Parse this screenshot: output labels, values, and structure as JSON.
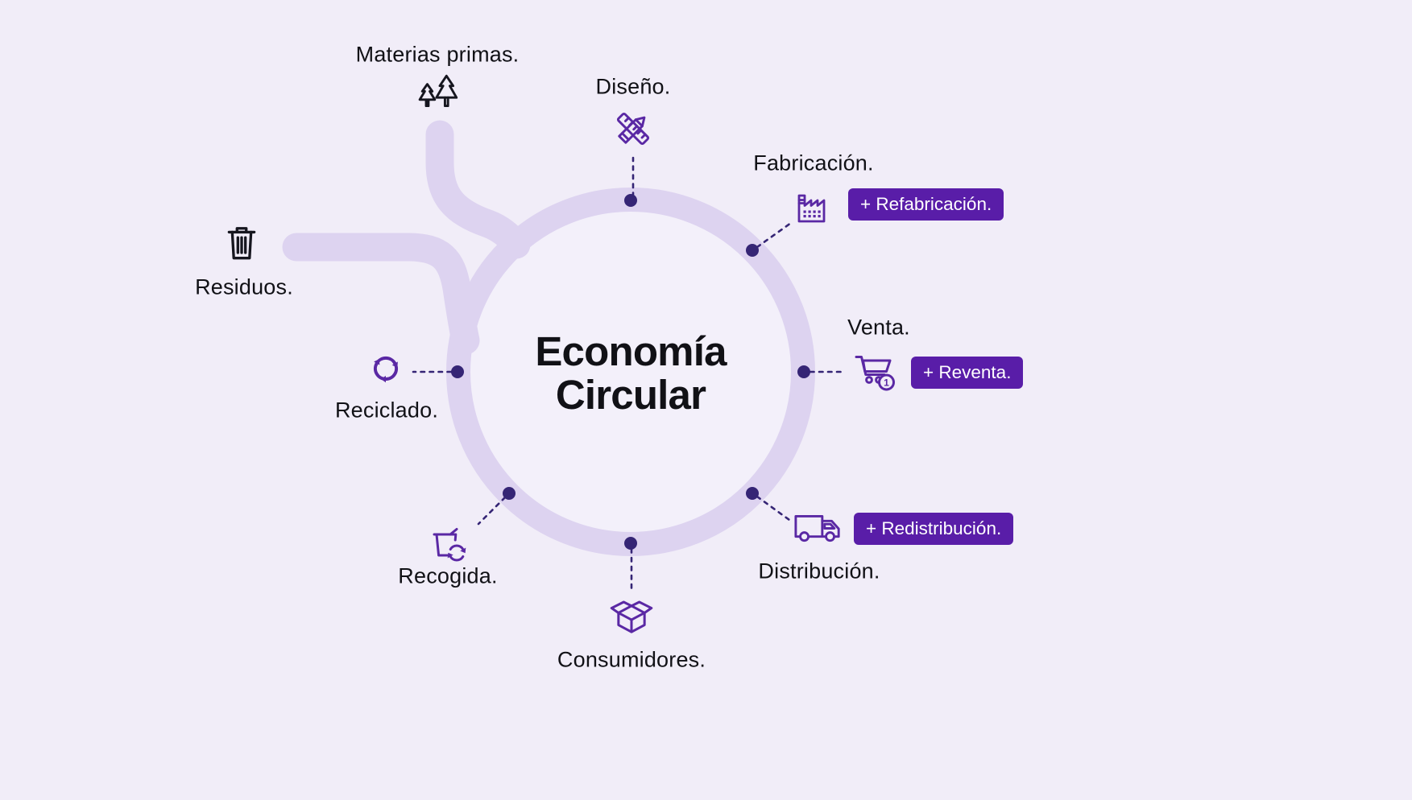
{
  "title": "Economía Circular",
  "center": {
    "line1": "Economía",
    "line2": "Circular"
  },
  "labels": {
    "materias_primas": "Materias primas.",
    "diseno": "Diseño.",
    "fabricacion": "Fabricación.",
    "venta": "Venta.",
    "distribucion": "Distribución.",
    "consumidores": "Consumidores.",
    "recogida": "Recogida.",
    "reciclado": "Reciclado.",
    "residuos": "Residuos."
  },
  "badges": {
    "refabricacion": "+ Refabricación.",
    "reventa": "+ Reventa.",
    "redistribucion": "+ Redistribución."
  },
  "venta_icon": {
    "quantity": "1"
  },
  "icons": {
    "materias_primas": "trees-icon",
    "diseno": "pencil-ruler-icon",
    "fabricacion": "factory-icon",
    "venta": "shopping-cart-icon",
    "distribucion": "truck-icon",
    "consumidores": "open-box-icon",
    "recogida": "collection-bin-icon",
    "reciclado": "recycle-arrows-icon",
    "residuos": "trash-icon"
  },
  "colors": {
    "background": "#F1EDF8",
    "ring": "#DDD3F0",
    "ring_fill": "#F3F0FA",
    "icon_purple": "#5A28A4",
    "dark_icon": "#16161F",
    "text": "#111116",
    "badge_bg": "#591DA8",
    "badge_text": "#FFFFFF",
    "dot": "#352575"
  }
}
